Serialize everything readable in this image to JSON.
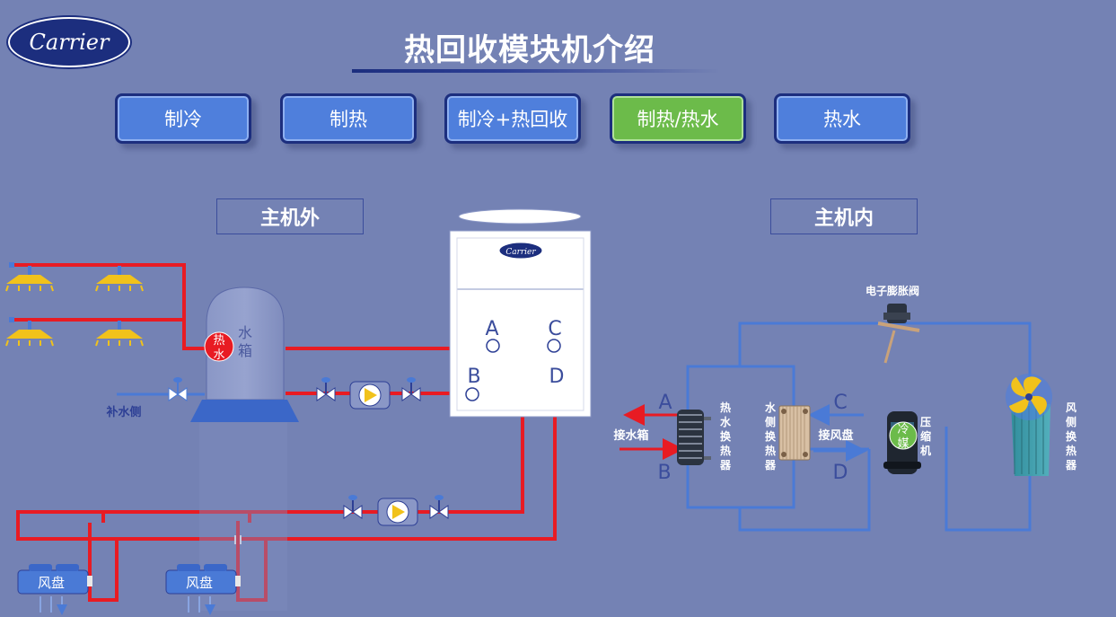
{
  "logo": {
    "text": "Carrier",
    "small_text": "Carrier"
  },
  "title": "热回收模块机介绍",
  "modes": [
    {
      "label": "制冷",
      "active": false
    },
    {
      "label": "制热",
      "active": false
    },
    {
      "label": "制冷+热回收",
      "active": false
    },
    {
      "label": "制热/热水",
      "active": true
    },
    {
      "label": "热水",
      "active": false
    }
  ],
  "sections": {
    "outside": "主机外",
    "inside": "主机内"
  },
  "tank": {
    "label_line1": "水",
    "label_line2": "箱"
  },
  "hot_water_badge": {
    "line1": "热",
    "line2": "水"
  },
  "refrigerant_badge": {
    "line1": "冷",
    "line2": "媒"
  },
  "ports": {
    "a": "A",
    "b": "B",
    "c": "C",
    "d": "D"
  },
  "makeup_water": "补水侧",
  "fan_coil": "风盘",
  "expansion_valve": "电子膨胀阀",
  "hot_water_hx": [
    "热",
    "水",
    "换",
    "热",
    "器"
  ],
  "water_side_hx": [
    "水",
    "侧",
    "换",
    "热",
    "器"
  ],
  "compressor": [
    "压",
    "缩",
    "机"
  ],
  "air_side_hx": [
    "风",
    "侧",
    "换",
    "热",
    "器"
  ],
  "to_tank": "接水箱",
  "to_fan_coil": "接风盘",
  "colors": {
    "hot": "#e81b23",
    "circuit": "#4a7ad6",
    "badge": "#e81b23",
    "active_mode": "#6cbb4a",
    "mode": "#4f7fdc"
  }
}
